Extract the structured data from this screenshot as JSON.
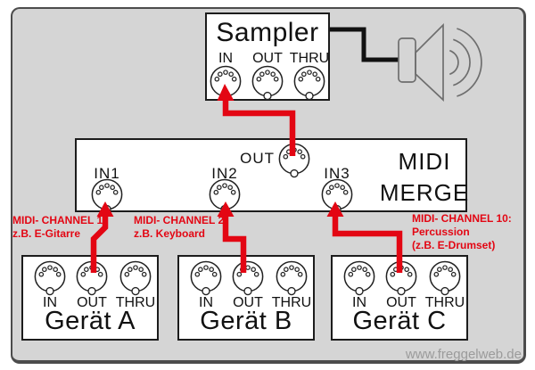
{
  "colors": {
    "arrow_red": "#e30613",
    "channel_text_red": "#e30613",
    "background_gray": "#d5d5d5",
    "box_white": "#ffffff",
    "outline_black": "#1c1c1c",
    "cable_black": "#111111",
    "speaker_gray": "#6e6e6e",
    "footer_gray": "#9b9b9b"
  },
  "sampler": {
    "title": "Sampler",
    "ports": [
      "IN",
      "OUT",
      "THRU"
    ]
  },
  "midi_merge": {
    "title_lines": [
      "MIDI",
      "MERGE"
    ],
    "input_labels": [
      "IN1",
      "IN2",
      "IN3"
    ],
    "output_label": "OUT"
  },
  "devices": [
    {
      "name": "Gerät A",
      "ports": [
        "IN",
        "OUT",
        "THRU"
      ]
    },
    {
      "name": "Gerät B",
      "ports": [
        "IN",
        "OUT",
        "THRU"
      ]
    },
    {
      "name": "Gerät C",
      "ports": [
        "IN",
        "OUT",
        "THRU"
      ]
    }
  ],
  "channel_labels": [
    {
      "lines": [
        "MIDI- CHANNEL 1:",
        "z.B. E-Gitarre"
      ]
    },
    {
      "lines": [
        "MIDI- CHANNEL 2:",
        "z.B. Keyboard"
      ]
    },
    {
      "lines": [
        "MIDI- CHANNEL 10:",
        "Percussion",
        "(z.B. E-Drumset)"
      ]
    }
  ],
  "connections": [
    {
      "from": "Gerät A OUT",
      "to": "MIDI MERGE IN1"
    },
    {
      "from": "Gerät B OUT",
      "to": "MIDI MERGE IN2"
    },
    {
      "from": "Gerät C OUT",
      "to": "MIDI MERGE IN3"
    },
    {
      "from": "MIDI MERGE OUT",
      "to": "Sampler IN"
    },
    {
      "from": "Sampler",
      "to": "Speaker"
    }
  ],
  "footer": {
    "website": "www.freggelweb.de"
  },
  "icons": {
    "midi_connector": "midi-din-connector-icon",
    "speaker": "speaker-icon"
  }
}
